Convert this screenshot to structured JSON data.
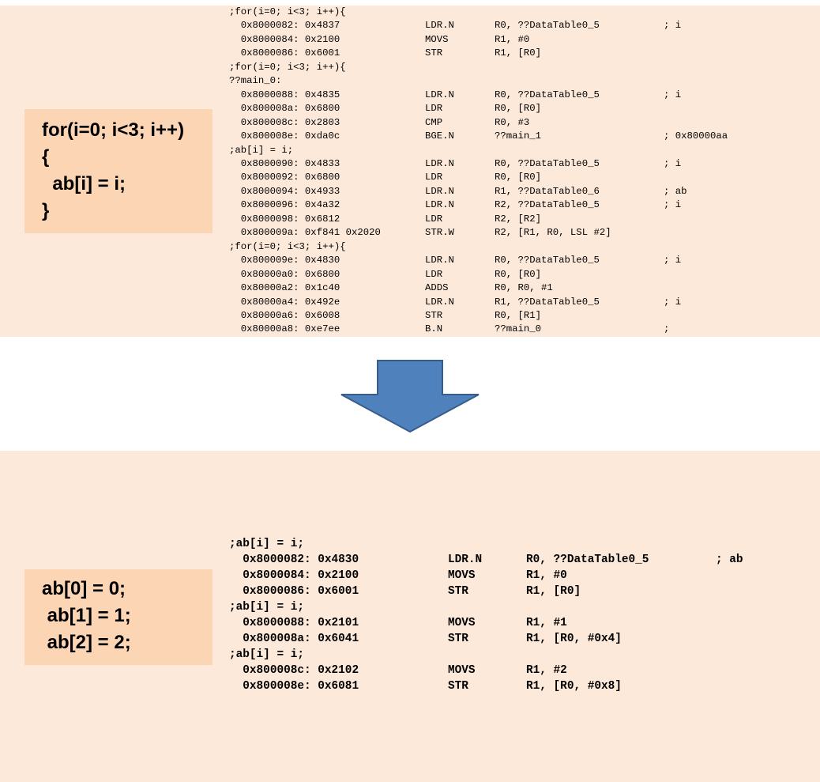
{
  "top": {
    "c_code": [
      "for(i=0; i<3; i++)",
      "{",
      "  ab[i] = i;",
      "}"
    ],
    "asm": [
      {
        "label": ";for(i=0; i<3; i++){"
      },
      {
        "addr": "  0x8000082: 0x4837",
        "op": "LDR.N",
        "args": "R0, ??DataTable0_5",
        "comment": "; i"
      },
      {
        "addr": "  0x8000084: 0x2100",
        "op": "MOVS",
        "args": "R1, #0",
        "comment": ""
      },
      {
        "addr": "  0x8000086: 0x6001",
        "op": "STR",
        "args": "R1, [R0]",
        "comment": ""
      },
      {
        "label": ";for(i=0; i<3; i++){"
      },
      {
        "label": "??main_0:"
      },
      {
        "addr": "  0x8000088: 0x4835",
        "op": "LDR.N",
        "args": "R0, ??DataTable0_5",
        "comment": "; i"
      },
      {
        "addr": "  0x800008a: 0x6800",
        "op": "LDR",
        "args": "R0, [R0]",
        "comment": ""
      },
      {
        "addr": "  0x800008c: 0x2803",
        "op": "CMP",
        "args": "R0, #3",
        "comment": ""
      },
      {
        "addr": "  0x800008e: 0xda0c",
        "op": "BGE.N",
        "args": "??main_1",
        "comment": "; 0x80000aa"
      },
      {
        "label": ";ab[i] = i;"
      },
      {
        "addr": "  0x8000090: 0x4833",
        "op": "LDR.N",
        "args": "R0, ??DataTable0_5",
        "comment": "; i"
      },
      {
        "addr": "  0x8000092: 0x6800",
        "op": "LDR",
        "args": "R0, [R0]",
        "comment": ""
      },
      {
        "addr": "  0x8000094: 0x4933",
        "op": "LDR.N",
        "args": "R1, ??DataTable0_6",
        "comment": "; ab"
      },
      {
        "addr": "  0x8000096: 0x4a32",
        "op": "LDR.N",
        "args": "R2, ??DataTable0_5",
        "comment": "; i"
      },
      {
        "addr": "  0x8000098: 0x6812",
        "op": "LDR",
        "args": "R2, [R2]",
        "comment": ""
      },
      {
        "addr": "  0x800009a: 0xf841 0x2020",
        "op": "STR.W",
        "args": "R2, [R1, R0, LSL #2]",
        "comment": ""
      },
      {
        "label": ";for(i=0; i<3; i++){"
      },
      {
        "addr": "  0x800009e: 0x4830",
        "op": "LDR.N",
        "args": "R0, ??DataTable0_5",
        "comment": "; i"
      },
      {
        "addr": "  0x80000a0: 0x6800",
        "op": "LDR",
        "args": "R0, [R0]",
        "comment": ""
      },
      {
        "addr": "  0x80000a2: 0x1c40",
        "op": "ADDS",
        "args": "R0, R0, #1",
        "comment": ""
      },
      {
        "addr": "  0x80000a4: 0x492e",
        "op": "LDR.N",
        "args": "R1, ??DataTable0_5",
        "comment": "; i"
      },
      {
        "addr": "  0x80000a6: 0x6008",
        "op": "STR",
        "args": "R0, [R1]",
        "comment": ""
      },
      {
        "addr": "  0x80000a8: 0xe7ee",
        "op": "B.N",
        "args": "??main_0",
        "comment": ";"
      }
    ]
  },
  "bottom": {
    "c_code": [
      "ab[0] = 0;",
      " ab[1] = 1;",
      " ab[2] = 2;"
    ],
    "asm": [
      {
        "label": ";ab[i] = i;"
      },
      {
        "addr": "  0x8000082: 0x4830",
        "op": "LDR.N",
        "args": "R0, ??DataTable0_5",
        "comment": "; ab"
      },
      {
        "addr": "  0x8000084: 0x2100",
        "op": "MOVS",
        "args": "R1, #0",
        "comment": ""
      },
      {
        "addr": "  0x8000086: 0x6001",
        "op": "STR",
        "args": "R1, [R0]",
        "comment": ""
      },
      {
        "label": ";ab[i] = i;"
      },
      {
        "addr": "  0x8000088: 0x2101",
        "op": "MOVS",
        "args": "R1, #1",
        "comment": ""
      },
      {
        "addr": "  0x800008a: 0x6041",
        "op": "STR",
        "args": "R1, [R0, #0x4]",
        "comment": ""
      },
      {
        "label": ";ab[i] = i;"
      },
      {
        "addr": "  0x800008c: 0x2102",
        "op": "MOVS",
        "args": "R1, #2",
        "comment": ""
      },
      {
        "addr": "  0x800008e: 0x6081",
        "op": "STR",
        "args": "R1, [R0, #0x8]",
        "comment": ""
      }
    ]
  },
  "colors": {
    "panel_bg": "#fde9da",
    "code_box_bg": "#fcd5b5",
    "arrow_fill": "#4f81bd",
    "arrow_stroke": "#385d8a"
  }
}
